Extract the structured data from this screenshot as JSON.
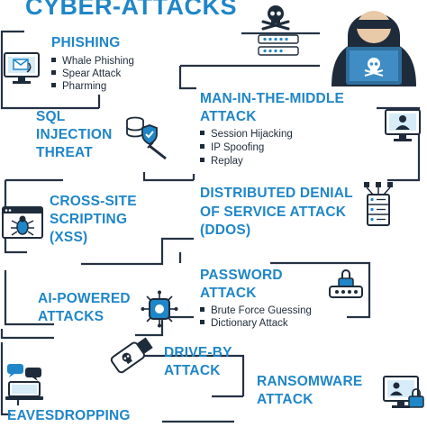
{
  "title": "CYBER-ATTACKS",
  "colors": {
    "accent": "#1f86c8",
    "dark": "#1e2b3a",
    "line": "#243244"
  },
  "attacks": {
    "phishing": {
      "name": "PHISHING",
      "items": [
        "Whale Phishing",
        "Spear Attack",
        "Pharming"
      ]
    },
    "mitm": {
      "name1": "MAN-IN-THE-MIDDLE",
      "name2": "ATTACK",
      "items": [
        "Session Hijacking",
        "IP Spoofing",
        "Replay"
      ]
    },
    "sql": {
      "name1": "SQL",
      "name2": "INJECTION",
      "name3": "THREAT"
    },
    "xss": {
      "name1": "CROSS-SITE",
      "name2": "SCRIPTING",
      "name3": "(XSS)"
    },
    "ddos": {
      "name1": "DISTRIBUTED DENIAL",
      "name2": "OF SERVICE ATTACK",
      "name3": "(DDOS)"
    },
    "password": {
      "name1": "PASSWORD",
      "name2": "ATTACK",
      "items": [
        "Brute Force Guessing",
        "Dictionary Attack"
      ]
    },
    "ai": {
      "name1": "AI-POWERED",
      "name2": "ATTACKS"
    },
    "driveby": {
      "name1": "DRIVE-BY",
      "name2": "ATTACK"
    },
    "ransomware": {
      "name1": "RANSOMWARE",
      "name2": "ATTACK"
    },
    "eaves": {
      "name": "EAVESDROPPING"
    }
  },
  "icons": [
    "skull-crossbones-icon",
    "hacker-icon",
    "phishing-monitor-icon",
    "sql-shield-icon",
    "mitm-monitor-icon",
    "bug-browser-icon",
    "ddos-server-icon",
    "ai-chip-icon",
    "password-lock-icon",
    "usb-skull-icon",
    "ransomware-monitor-icon",
    "chat-laptop-icon"
  ]
}
